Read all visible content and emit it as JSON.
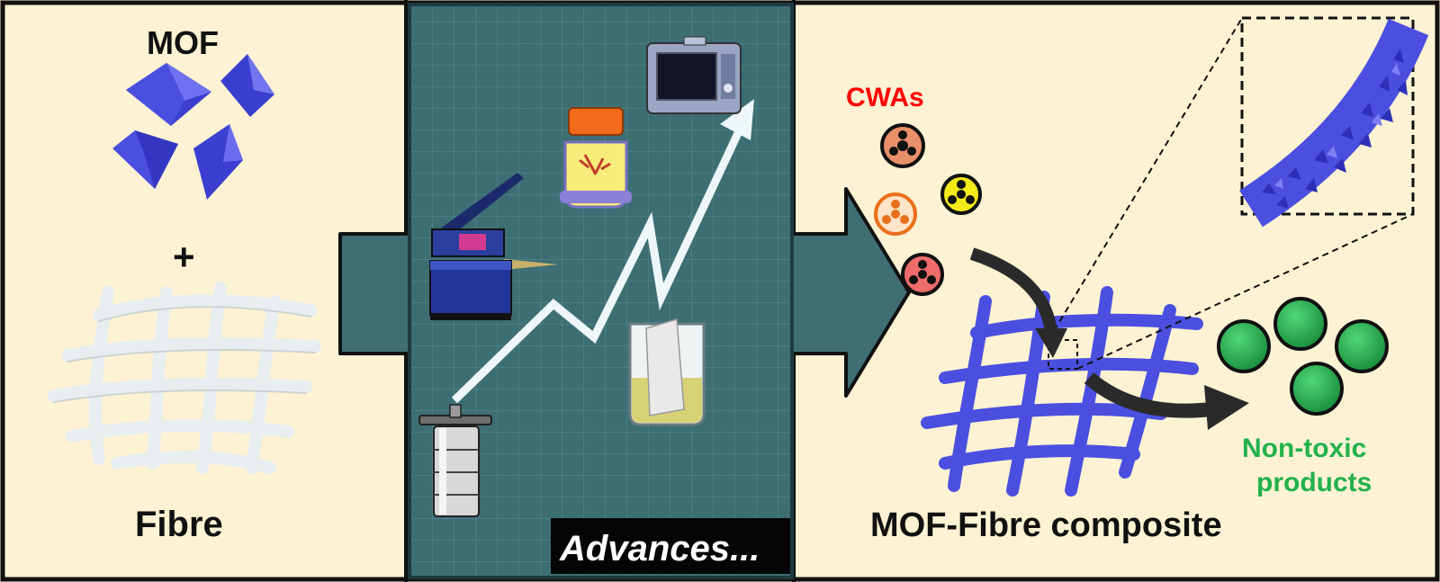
{
  "left_panel": {
    "mof_label": "MOF",
    "plus_label": "+",
    "fibre_label": "Fibre"
  },
  "middle_panel": {
    "caption": "Advances..."
  },
  "right_panel": {
    "cwas_label": "CWAs",
    "products_line1": "Non-toxic",
    "products_line2": "products",
    "composite_label": "MOF-Fibre composite"
  },
  "colors": {
    "background": "#fdf2d3",
    "middle_bg": "#3d6e74",
    "arrow_fill": "#3f6f75",
    "mof_blue": "#4a4fe0",
    "fibre_white": "#e8eef0",
    "cwas_red": "#ff0000",
    "product_green": "#22b14c",
    "dark_arrow": "#2a2a2a"
  },
  "icons": [
    "mof-crystal-icon",
    "fibre-mesh-icon",
    "hazard-symbol-icon",
    "microwave-icon",
    "heat-press-icon",
    "reaction-jar-icon",
    "autoclave-icon",
    "beaker-icon",
    "growth-arrow-icon"
  ]
}
